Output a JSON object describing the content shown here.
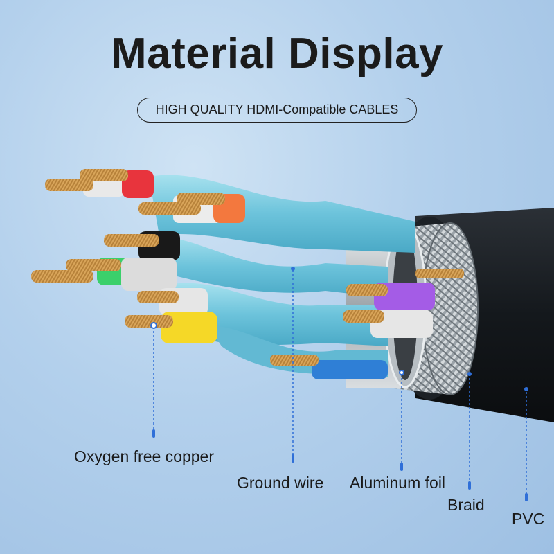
{
  "header": {
    "title": "Material Display",
    "subtitle": "HIGH QUALITY HDMI-Compatible CABLES"
  },
  "callouts": [
    {
      "label": "Oxygen free copper"
    },
    {
      "label": "Ground wire"
    },
    {
      "label": "Aluminum foil"
    },
    {
      "label": "Braid"
    },
    {
      "label": "PVC"
    }
  ],
  "colors": {
    "background": "#b3d0ec",
    "leader_line": "#2f6fd8",
    "jacket": "#161a1e",
    "pair_shield": "#7fcfe4",
    "copper": "#d9a55a"
  },
  "wire_colors": [
    "red",
    "orange",
    "black",
    "green",
    "yellow",
    "purple",
    "white",
    "blue"
  ]
}
